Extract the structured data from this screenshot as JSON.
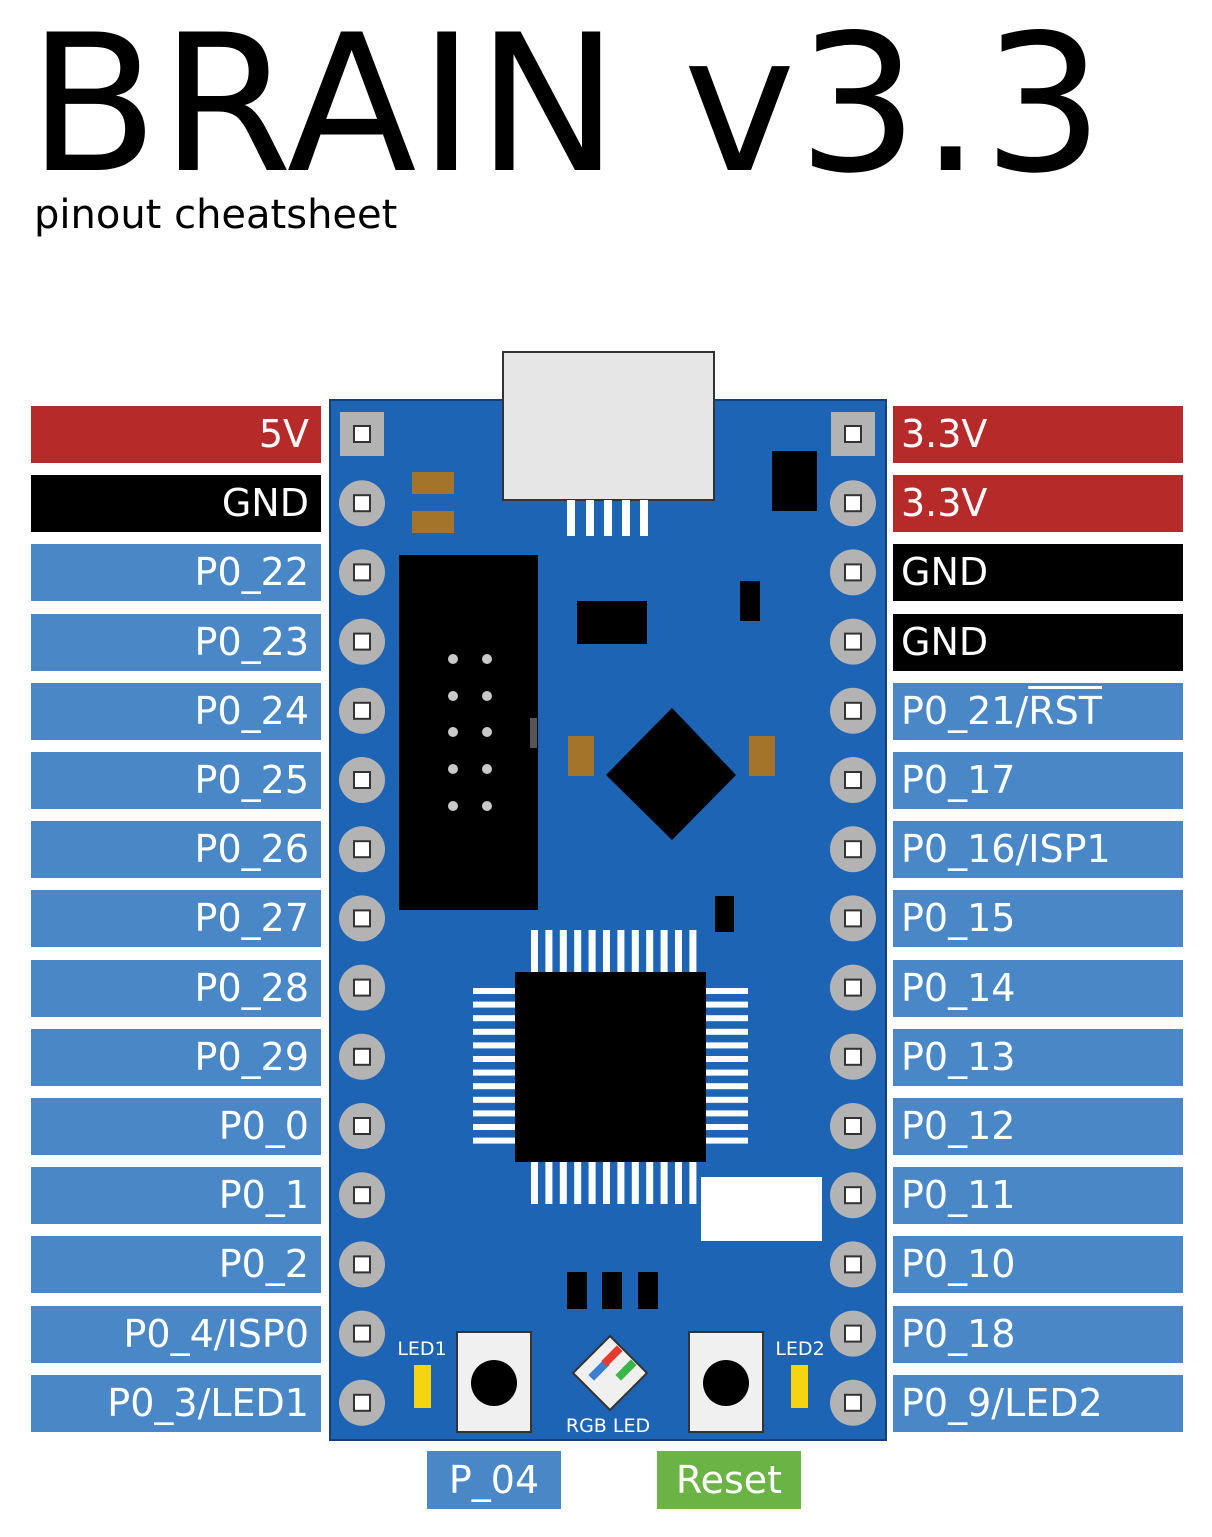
{
  "title": "BRAIN v3.3",
  "subtitle": "pinout cheatsheet",
  "colors": {
    "power": "#b62a2a",
    "ground": "#000000",
    "gpio": "#4a87c6",
    "reset": "#6ab344",
    "board": "#1e64b4"
  },
  "left_pins": [
    {
      "label": "5V",
      "kind": "pwr"
    },
    {
      "label": "GND",
      "kind": "gnd"
    },
    {
      "label": "P0_22",
      "kind": "gpio"
    },
    {
      "label": "P0_23",
      "kind": "gpio"
    },
    {
      "label": "P0_24",
      "kind": "gpio"
    },
    {
      "label": "P0_25",
      "kind": "gpio"
    },
    {
      "label": "P0_26",
      "kind": "gpio"
    },
    {
      "label": "P0_27",
      "kind": "gpio"
    },
    {
      "label": "P0_28",
      "kind": "gpio"
    },
    {
      "label": "P0_29",
      "kind": "gpio"
    },
    {
      "label": "P0_0",
      "kind": "gpio"
    },
    {
      "label": "P0_1",
      "kind": "gpio"
    },
    {
      "label": "P0_2",
      "kind": "gpio"
    },
    {
      "label": "P0_4/ISP0",
      "kind": "gpio"
    },
    {
      "label": "P0_3/LED1",
      "kind": "gpio"
    }
  ],
  "right_pins": [
    {
      "label": "3.3V",
      "kind": "pwr"
    },
    {
      "label": "3.3V",
      "kind": "pwr"
    },
    {
      "label": "GND",
      "kind": "gnd"
    },
    {
      "label": "GND",
      "kind": "gnd"
    },
    {
      "label": "P0_21/",
      "overline": "RST",
      "kind": "gpio"
    },
    {
      "label": "P0_17",
      "kind": "gpio"
    },
    {
      "label": "P0_16/ISP1",
      "kind": "gpio"
    },
    {
      "label": "P0_15",
      "kind": "gpio"
    },
    {
      "label": "P0_14",
      "kind": "gpio"
    },
    {
      "label": "P0_13",
      "kind": "gpio"
    },
    {
      "label": "P0_12",
      "kind": "gpio"
    },
    {
      "label": "P0_11",
      "kind": "gpio"
    },
    {
      "label": "P0_10",
      "kind": "gpio"
    },
    {
      "label": "P0_18",
      "kind": "gpio"
    },
    {
      "label": "P0_9/LED2",
      "kind": "gpio"
    }
  ],
  "board": {
    "led1_label": "LED1",
    "led2_label": "LED2",
    "rgb_label": "RGB LED"
  },
  "buttons": {
    "p04": "P_04",
    "reset": "Reset"
  }
}
